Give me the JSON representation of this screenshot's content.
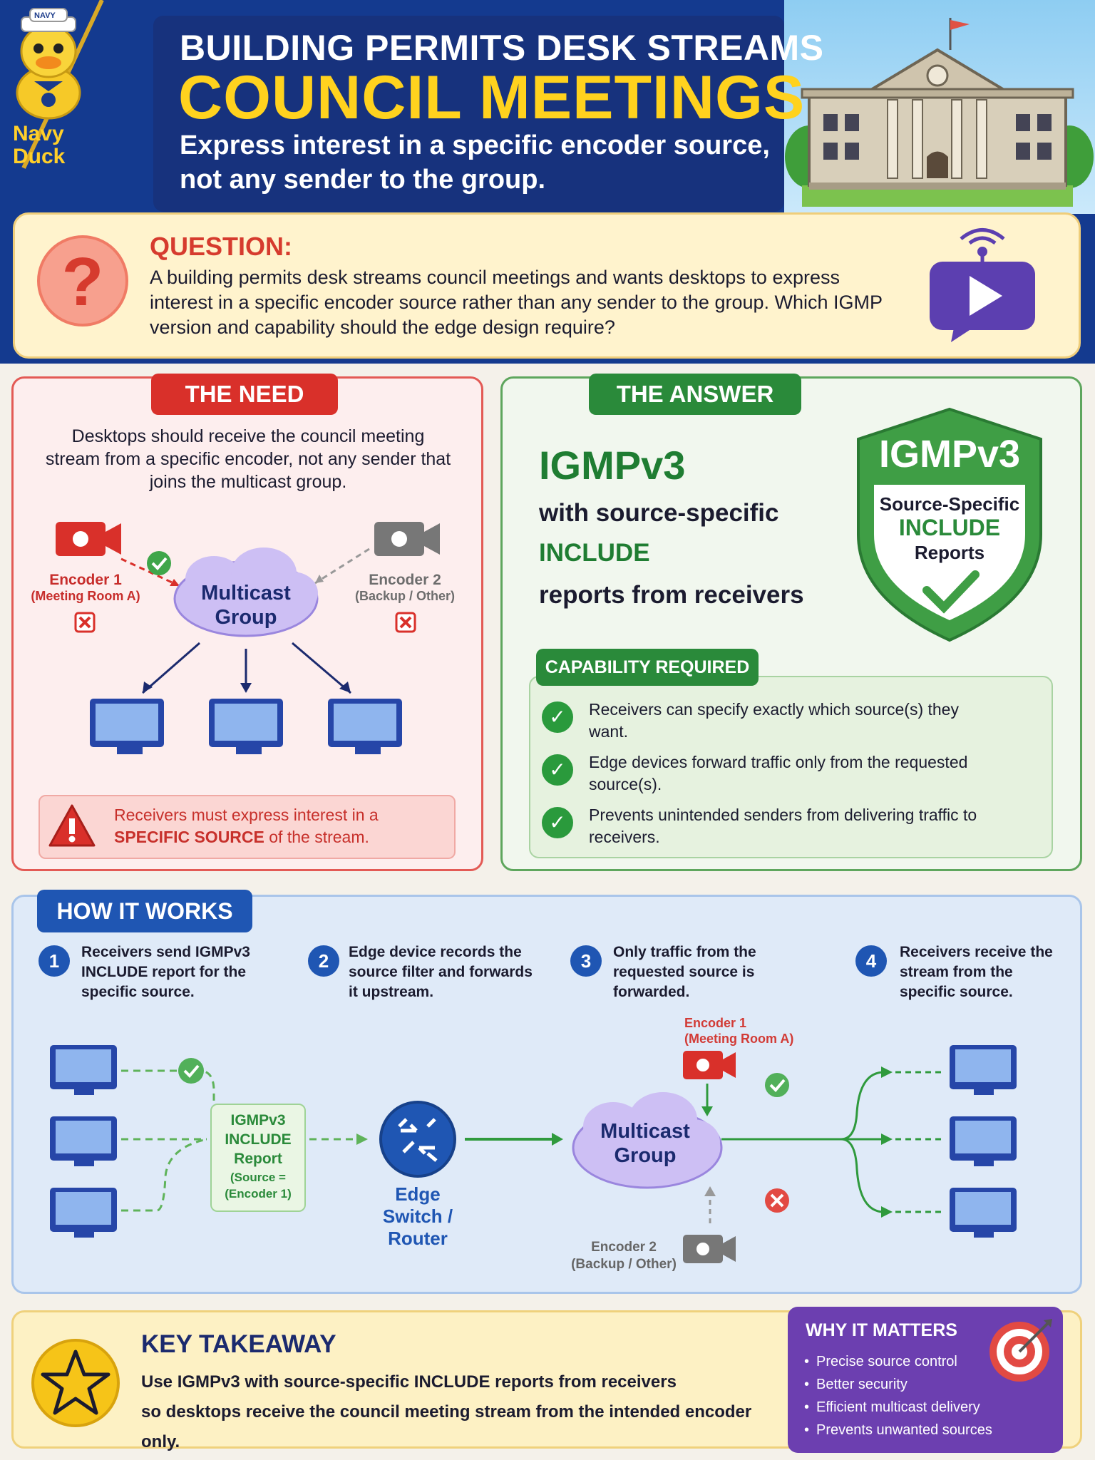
{
  "header": {
    "line1": "BUILDING PERMITS DESK STREAMS",
    "line2": "COUNCIL MEETINGS",
    "subtitle": "Express interest in a specific encoder source, not any sender to the group.",
    "mascot_badge": "NAVY",
    "mascot_name_line1": "Navy",
    "mascot_name_line2": "Duck"
  },
  "question": {
    "title": "QUESTION:",
    "text": "A building permits desk streams council meetings and wants desktops to express interest in a specific encoder source rather than any sender to the group. Which IGMP version and capability should the edge design require?"
  },
  "need": {
    "tab": "THE NEED",
    "description": "Desktops should receive the council meeting stream from a specific encoder, not any sender that joins the multicast group.",
    "encoder1_name": "Encoder 1",
    "encoder1_sub": "(Meeting Room A)",
    "encoder2_name": "Encoder 2",
    "encoder2_sub": "(Backup / Other)",
    "multicast_line1": "Multicast",
    "multicast_line2": "Group",
    "warning_prefix": "Receivers must express interest in a",
    "warning_emphasis": "SPECIFIC SOURCE",
    "warning_suffix": "of the stream."
  },
  "answer": {
    "tab": "THE ANSWER",
    "title": "IGMPv3",
    "line1": "with source-specific",
    "line2": "INCLUDE",
    "line3": "reports from receivers",
    "shield_title": "IGMPv3",
    "shield_line1": "Source-Specific",
    "shield_line2": "INCLUDE",
    "shield_line3": "Reports",
    "capability_tab": "CAPABILITY REQUIRED",
    "capabilities": [
      "Receivers can specify exactly which source(s) they want.",
      "Edge devices forward traffic only from the requested source(s).",
      "Prevents unintended senders from delivering traffic to receivers."
    ]
  },
  "how": {
    "tab": "HOW IT WORKS",
    "steps": [
      {
        "num": "1",
        "text": "Receivers send IGMPv3 INCLUDE report for the specific source."
      },
      {
        "num": "2",
        "text": "Edge device records the source filter and forwards it upstream."
      },
      {
        "num": "3",
        "text": "Only traffic from the requested source is forwarded."
      },
      {
        "num": "4",
        "text": "Receivers receive the stream from the specific source."
      }
    ],
    "report_title": "IGMPv3 INCLUDE Report",
    "report_sub": "(Source = (Encoder 1)",
    "switch_label": "Edge Switch / Router",
    "multicast_line1": "Multicast",
    "multicast_line2": "Group",
    "encoder1_name": "Encoder 1",
    "encoder1_sub": "(Meeting Room A)",
    "encoder2_name": "Encoder 2",
    "encoder2_sub": "(Backup / Other)"
  },
  "takeaway": {
    "title": "KEY TAKEAWAY",
    "line1": "Use IGMPv3 with source-specific INCLUDE reports from receivers",
    "line2": "so desktops receive the council meeting stream from the intended encoder only."
  },
  "why": {
    "title": "WHY IT MATTERS",
    "items": [
      "Precise source control",
      "Better security",
      "Efficient multicast delivery",
      "Prevents unwanted sources"
    ]
  }
}
